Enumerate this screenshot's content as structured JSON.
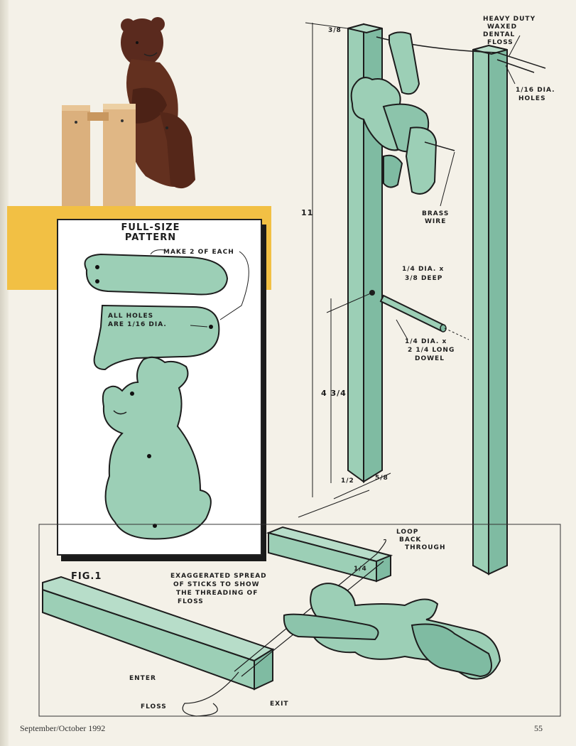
{
  "figure": {
    "fig_label": "FIG.1",
    "pattern": {
      "title_line1": "FULL-SIZE",
      "title_line2": "PATTERN",
      "note_make": "MAKE 2 OF EACH",
      "note_holes_line1": "ALL HOLES",
      "note_holes_line2": "ARE 1/16 DIA."
    },
    "callouts": {
      "floss_line1": "HEAVY DUTY",
      "floss_line2": "WAXED",
      "floss_line3": "DENTAL",
      "floss_line4": "FLOSS",
      "holes_line1": "1/16 DIA.",
      "holes_line2": "HOLES",
      "top_dim": "3/8",
      "height_dim": "11",
      "brass_line1": "BRASS",
      "brass_line2": "WIRE",
      "hole_line1": "1/4 DIA. x",
      "hole_line2": "3/8 DEEP",
      "dowel_line1": "1/4 DIA. x",
      "dowel_line2": "2 1/4 LONG",
      "dowel_line3": "DOWEL",
      "lower_dim": "4 3/4",
      "base_dim_a": "1/2",
      "base_dim_b": "5/8",
      "loop_line1": "LOOP",
      "loop_line2": "BACK",
      "loop_line3": "THROUGH",
      "spread_line1": "EXAGGERATED SPREAD",
      "spread_line2": "OF STICKS TO SHOW",
      "spread_line3": "THE THREADING OF",
      "spread_line4": "FLOSS",
      "small_dim": "1/4",
      "enter": "ENTER",
      "exit": "EXIT",
      "floss": "FLOSS"
    }
  },
  "footer": {
    "issue": "September/October 1992",
    "page_number": "55"
  },
  "colors": {
    "wood_green": "#9ccfb6",
    "wood_green_dark": "#6fae94",
    "ink": "#1d1d1d",
    "yellow_band": "#f2c044",
    "walnut": "#5a2a1e",
    "maple": "#d9a878"
  }
}
